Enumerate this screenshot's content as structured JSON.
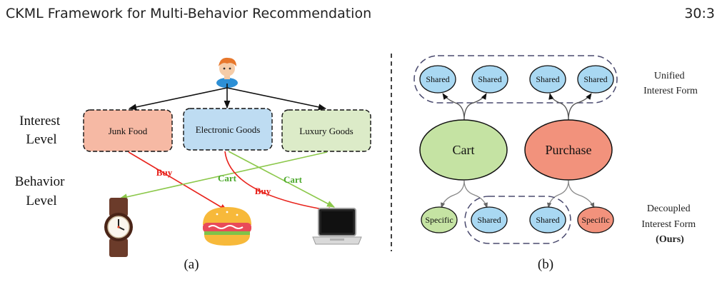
{
  "header": {
    "title": "CKML Framework for Multi-Behavior Recommendation",
    "page": "30:3"
  },
  "panel_a": {
    "interest_level": [
      "Interest",
      "Level"
    ],
    "behavior_level": [
      "Behavior",
      "Level"
    ],
    "interests": [
      "Junk Food",
      "Electronic Goods",
      "Luxury Goods"
    ],
    "edges": {
      "buy1": "Buy",
      "cart1": "Cart",
      "cart2": "Cart",
      "buy2": "Buy"
    },
    "caption": "(a)",
    "icons": [
      "user-icon",
      "watch-icon",
      "burger-icon",
      "laptop-icon"
    ],
    "colors": {
      "junk": "#f6b9a4",
      "electronic": "#bedcf2",
      "luxury": "#dcebc8",
      "buy": "#e8231c",
      "cart": "#4aa82a",
      "cart_line": "#8cc84b"
    }
  },
  "panel_b": {
    "top_nodes": [
      "Shared",
      "Shared",
      "Shared",
      "Shared"
    ],
    "cart": "Cart",
    "purchase": "Purchase",
    "bottom_nodes": [
      "Specific",
      "Shared",
      "Shared",
      "Specific"
    ],
    "unified_label": [
      "Unified",
      "Interest Form"
    ],
    "decoupled_label": [
      "Decoupled",
      "Interest Form",
      "(Ours)"
    ],
    "caption": "(b)",
    "colors": {
      "shared": "#a9d8f2",
      "cart": "#c5e3a3",
      "purchase": "#f2927c"
    }
  }
}
